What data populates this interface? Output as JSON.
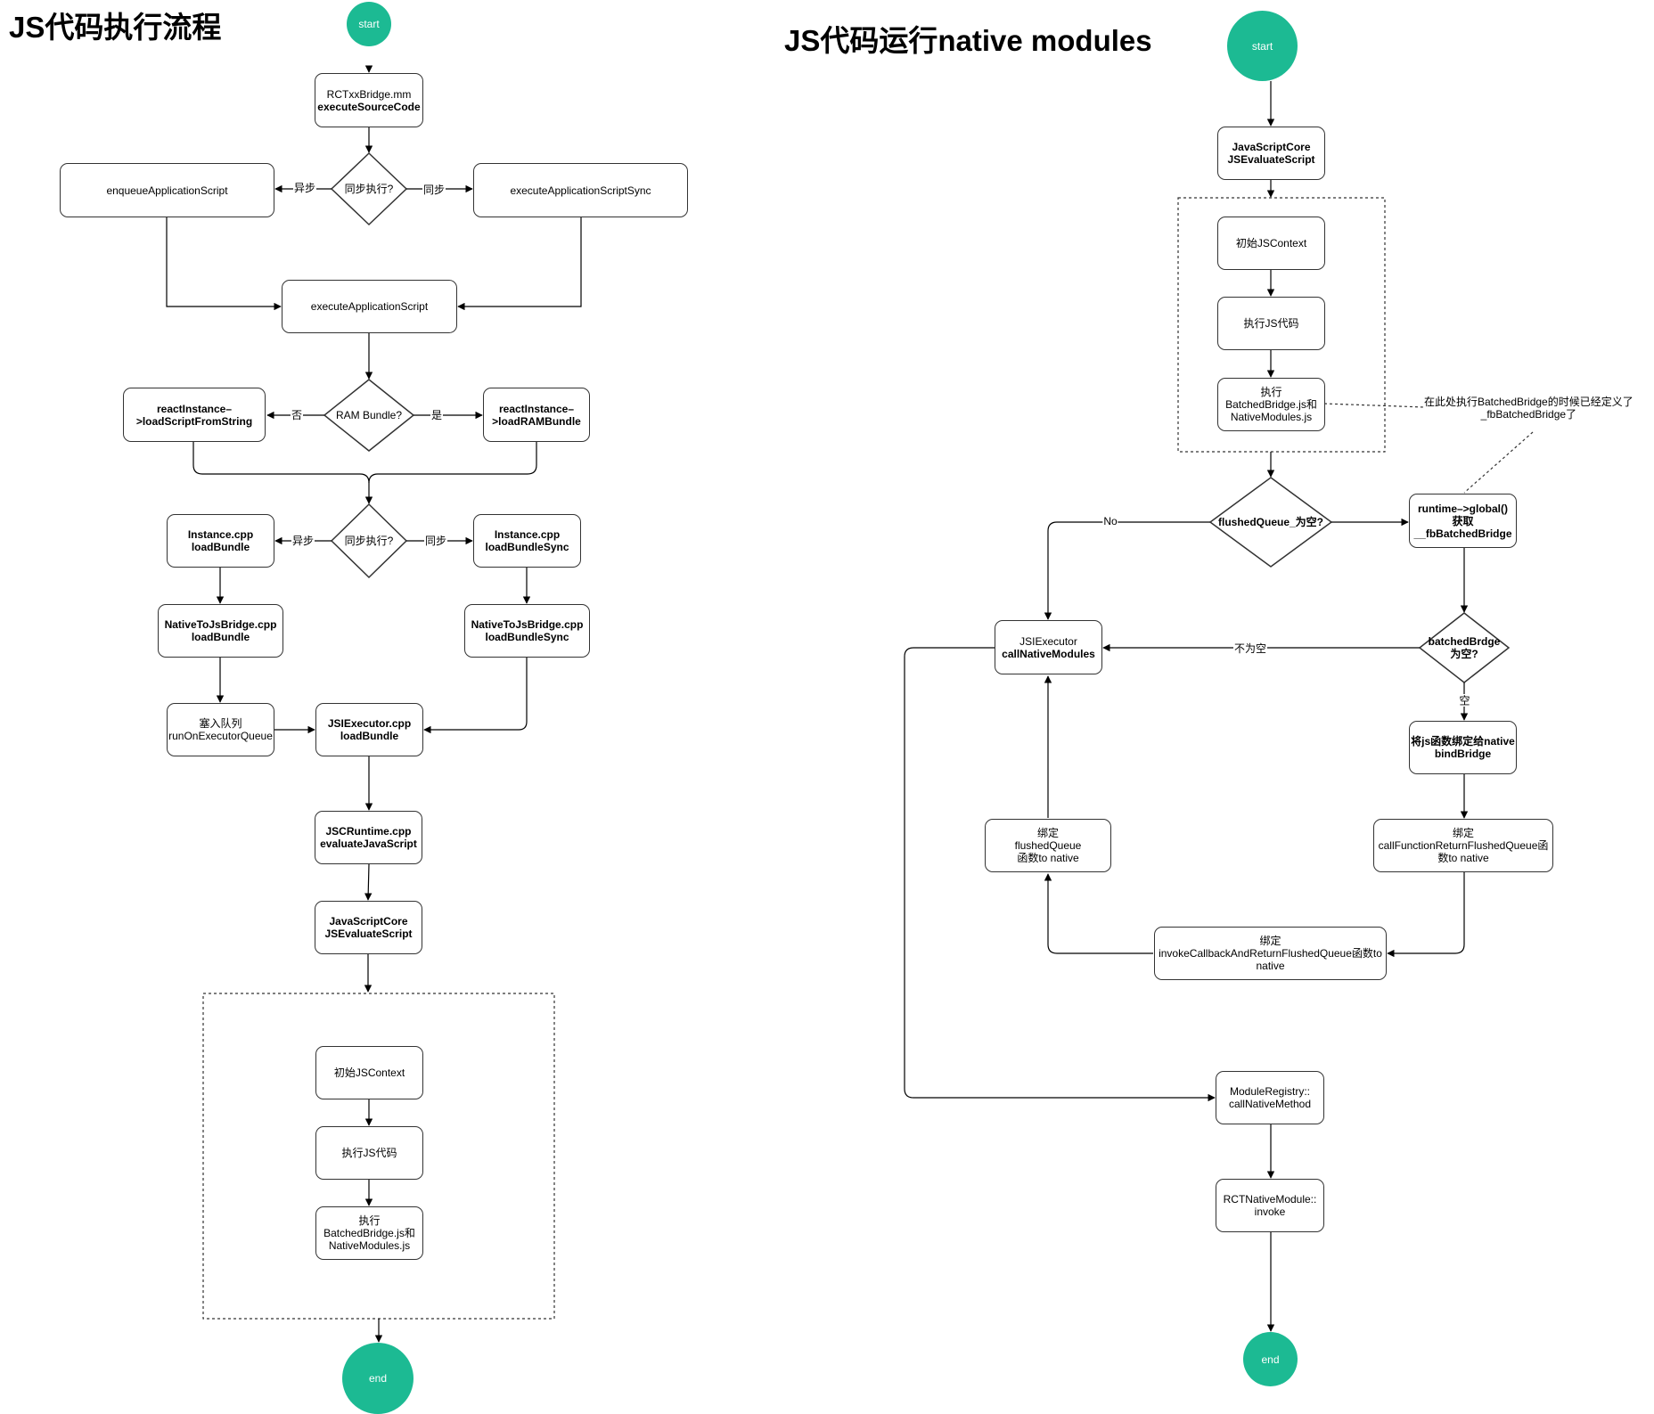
{
  "left": {
    "title": "JS代码执行流程",
    "start": "start",
    "end": "end",
    "rct_bridge": [
      "RCTxxBridge.mm",
      "executeSourceCode"
    ],
    "sync_q1": "同步执行?",
    "enqueue": "enqueueApplicationScript",
    "exec_sync": "executeApplicationScriptSync",
    "exec_app": "executeApplicationScript",
    "ram_q": "RAM Bundle?",
    "load_string": [
      "reactInstance–",
      ">loadScriptFromString"
    ],
    "load_ram": [
      "reactInstance–",
      ">loadRAMBundle"
    ],
    "sync_q2": "同步执行?",
    "inst_load": [
      "Instance.cpp",
      "loadBundle"
    ],
    "inst_load_sync": [
      "Instance.cpp",
      "loadBundleSync"
    ],
    "n2js_load": [
      "NativeToJsBridge.cpp",
      "loadBundle"
    ],
    "n2js_load_sync": [
      "NativeToJsBridge.cpp",
      "loadBundleSync"
    ],
    "queue": [
      "塞入队列",
      "runOnExecutorQueue"
    ],
    "jsi_load": [
      "JSIExecutor.cpp",
      "loadBundle"
    ],
    "jsc_eval": [
      "JSCRuntime.cpp",
      "evaluateJavaScript"
    ],
    "jscore_eval": [
      "JavaScriptCore",
      "JSEvaluateScript"
    ],
    "init_ctx": "初始JSContext",
    "exec_js": "执行JS代码",
    "exec_batched": [
      "执行",
      "BatchedBridge.js和",
      "NativeModules.js"
    ],
    "label_async": "异步",
    "label_sync": "同步",
    "label_no": "否",
    "label_yes": "是"
  },
  "right": {
    "title": "JS代码运行native modules",
    "start": "start",
    "end": "end",
    "jscore_eval": [
      "JavaScriptCore",
      "JSEvaluateScript"
    ],
    "init_ctx": "初始JSContext",
    "exec_js": "执行JS代码",
    "exec_batched": [
      "执行",
      "BatchedBridge.js和",
      "NativeModules.js"
    ],
    "note": [
      "在此处执行BatchedBridge的时候已经定义了",
      "_fbBatchedBridge了"
    ],
    "flushed_q": "flushedQueue_为空?",
    "runtime_global": [
      "runtime–>global()",
      "获取",
      "__fbBatchedBridge"
    ],
    "batched_q": [
      "batchedBrdge",
      "为空?"
    ],
    "jsi_call": [
      "JSIExecutor",
      "callNativeModules"
    ],
    "bind_js": [
      "将js函数绑定给native",
      "bindBridge"
    ],
    "bind_flushed": [
      "绑定",
      "flushedQueue",
      "函数to native"
    ],
    "bind_callfn": [
      "绑定",
      "callFunctionReturnFlushedQueue函",
      "数to native"
    ],
    "bind_invoke": [
      "绑定",
      "invokeCallbackAndReturnFlushedQueue函数to",
      "native"
    ],
    "module_registry": [
      "ModuleRegistry::",
      "callNativeMethod"
    ],
    "rct_native": [
      "RCTNativeModule::",
      "invoke"
    ],
    "label_no": "No",
    "label_notempty": "不为空",
    "label_empty": "空"
  },
  "colors": {
    "terminal": "#1cba93",
    "line": "#000000",
    "border": "#333333"
  }
}
